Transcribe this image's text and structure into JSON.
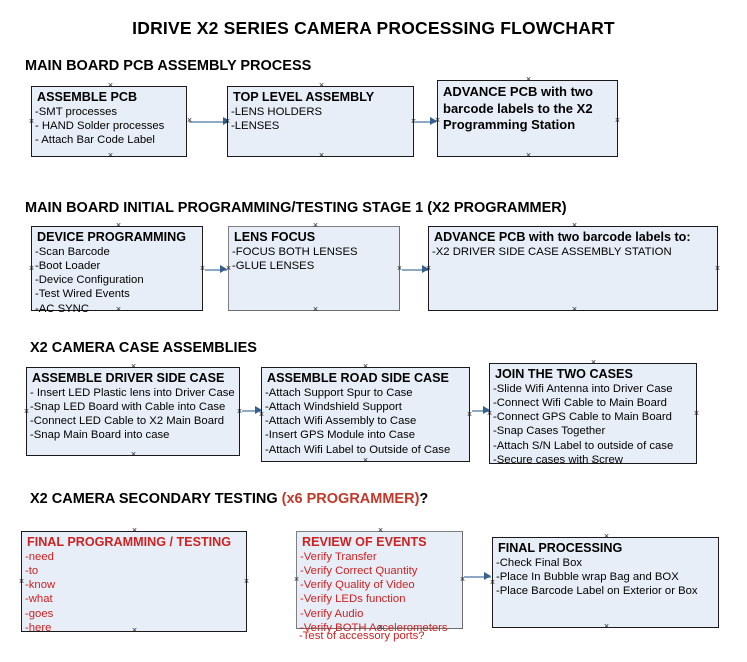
{
  "title": "IDRIVE X2  SERIES CAMERA PROCESSING FLOWCHART",
  "colors": {
    "box_fill": "#e8eef7",
    "box_border": "#808080",
    "connector": "#8fa9c4",
    "arrow_head": "#36618e",
    "accent_red": "#cc2222",
    "text": "#000000"
  },
  "sections": [
    {
      "header": "MAIN BOARD PCB ASSEMBLY PROCESS",
      "header_accent": "",
      "header_tail": ""
    },
    {
      "header": "MAIN BOARD INITIAL PROGRAMMING/TESTING STAGE 1 (X2 PROGRAMMER)",
      "header_accent": "",
      "header_tail": ""
    },
    {
      "header": "X2 CAMERA CASE ASSEMBLIES",
      "header_accent": "",
      "header_tail": ""
    },
    {
      "header": "X2 CAMERA SECONDARY TESTING  ",
      "header_accent": "(x6 PROGRAMMER)",
      "header_tail": "?"
    }
  ],
  "boxes": {
    "assemble_pcb": {
      "title": "ASSEMBLE PCB",
      "lines": [
        "-SMT processes",
        "- HAND Solder processes",
        "- Attach Bar Code Label"
      ]
    },
    "top_level_assembly": {
      "title": "TOP LEVEL ASSEMBLY",
      "lines": [
        "-LENS HOLDERS",
        "-LENSES"
      ]
    },
    "advance_pcb_station": {
      "title": "ADVANCE PCB with two barcode labels to the  X2 Programming Station",
      "lines": []
    },
    "device_programming": {
      "title": "DEVICE PROGRAMMING",
      "lines": [
        "-Scan Barcode",
        "-Boot Loader",
        "-Device Configuration",
        "-Test Wired Events",
        "-AC SYNC"
      ]
    },
    "lens_focus": {
      "title": "LENS FOCUS",
      "lines": [
        "-FOCUS BOTH LENSES",
        "-GLUE LENSES"
      ]
    },
    "advance_pcb_driver": {
      "title": "ADVANCE PCB with two barcode labels to:",
      "lines": [
        "-X2 DRIVER  SIDE  CASE  ASSEMBLY STATION"
      ]
    },
    "assemble_driver_side": {
      "title": "ASSEMBLE DRIVER SIDE CASE",
      "lines": [
        "- Insert LED Plastic lens into Driver Case",
        "-Snap LED Board with Cable into Case",
        "-Connect LED Cable to X2 Main Board",
        "-Snap Main Board into case"
      ]
    },
    "assemble_road_side": {
      "title": "ASSEMBLE ROAD SIDE CASE",
      "lines": [
        "-Attach Support Spur to Case",
        "-Attach Windshield Support",
        "-Attach Wifi Assembly to Case",
        "-Insert GPS Module into Case",
        "-Attach Wifi Label to Outside of Case"
      ]
    },
    "join_two_cases": {
      "title": "JOIN THE TWO CASES",
      "lines": [
        "-Slide Wifi Antenna into Driver Case",
        "-Connect Wifi Cable to Main Board",
        "-Connect GPS Cable to Main Board",
        "-Snap Cases Together",
        "-Attach S/N Label to outside of case",
        "-Secure cases with Screw"
      ]
    },
    "final_programming": {
      "title": "FINAL PROGRAMMING / TESTING",
      "lines": [
        "-need",
        "-to",
        "-know",
        "-what",
        "-goes",
        "-here"
      ]
    },
    "review_of_events": {
      "title": "REVIEW OF EVENTS",
      "lines": [
        "-Verify Transfer",
        "-Verify Correct Quantity",
        "-Verify Quality of Video",
        "-Verify LEDs function",
        "-Verify Audio",
        "-Verify BOTH Accelerometers"
      ],
      "overflow_line": "-Test of accessory ports?"
    },
    "final_processing": {
      "title": "FINAL PROCESSING",
      "lines": [
        "-Check Final Box",
        "-Place In Bubble wrap Bag and BOX",
        "-Place Barcode Label on Exterior or Box"
      ]
    }
  }
}
